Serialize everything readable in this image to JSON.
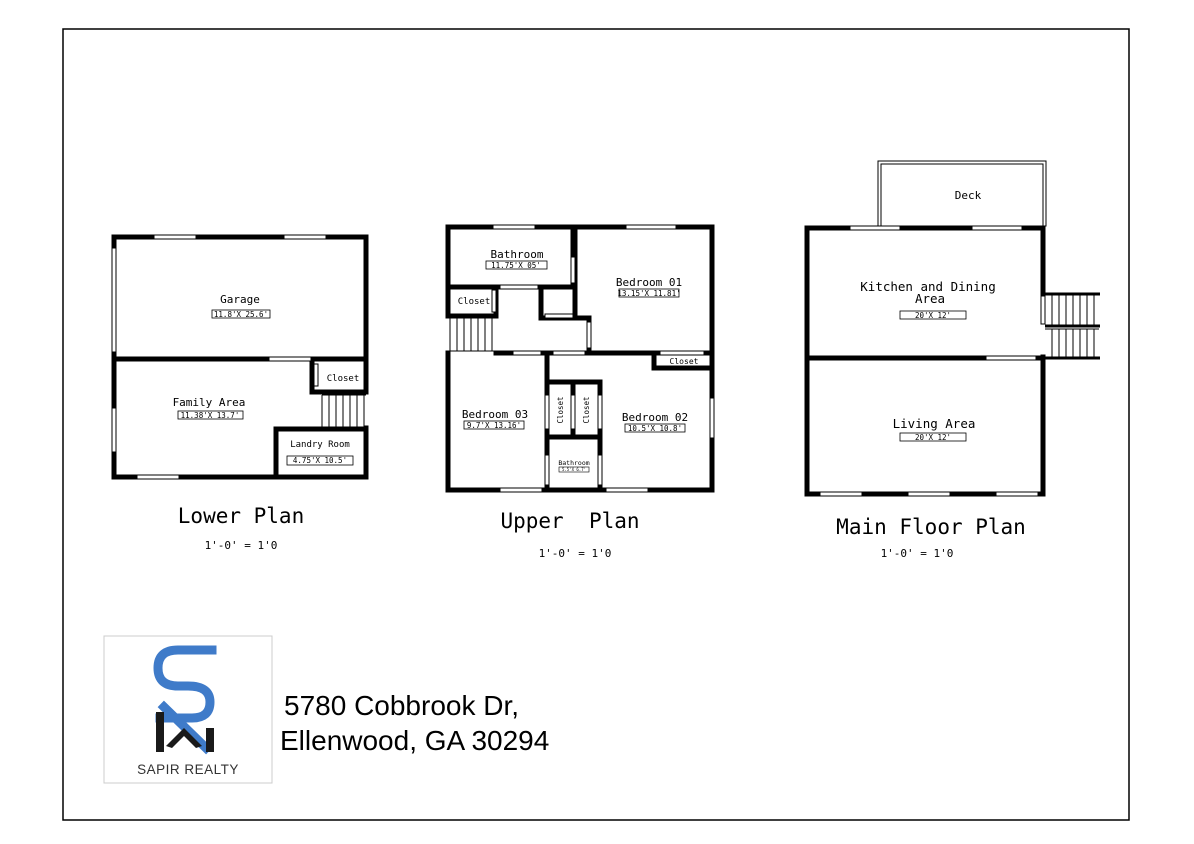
{
  "lower": {
    "title": "Lower Plan",
    "scale": "1'-0' = 1'0",
    "garage": {
      "name": "Garage",
      "dim": "11.8'X 25.6'"
    },
    "family": {
      "name": "Family Area",
      "dim": "11.38'X 13.7'"
    },
    "closet": {
      "name": "Closet"
    },
    "laundry": {
      "name": "Landry Room",
      "dim": "4.75'X 10.5'"
    }
  },
  "upper": {
    "title": "Upper  Plan",
    "scale": "1'-0' = 1'0",
    "bathroom": {
      "name": "Bathroom",
      "dim": "11.75'X 05'"
    },
    "bedroom01": {
      "name": "Bedroom 01",
      "dim": "13.15'X 11.81'"
    },
    "closet_left": {
      "name": "Closet"
    },
    "closet_right": {
      "name": "Closet"
    },
    "bedroom03": {
      "name": "Bedroom 03",
      "dim": "9.7'X 13.16'"
    },
    "closet_v1": {
      "name": "Closet"
    },
    "closet_v2": {
      "name": "Closet"
    },
    "bedroom02": {
      "name": "Bedroom 02",
      "dim": "10.5'X 10.8'"
    },
    "bathroom_small": {
      "name": "Bathroom",
      "dim": "5.5'X 6.7'"
    }
  },
  "main": {
    "title": "Main Floor Plan",
    "scale": "1'-0' = 1'0",
    "deck": {
      "name": "Deck"
    },
    "kitchen": {
      "name_line1": "Kitchen and Dining",
      "name_line2": "Area",
      "dim": "20'X 12'"
    },
    "living": {
      "name": "Living Area",
      "dim": "20'X 12'"
    }
  },
  "address": {
    "line1": "5780 Cobbrook Dr,",
    "line2": "Ellenwood, GA 30294"
  },
  "brand": {
    "name": "SAPIR REALTY",
    "color": "#3F7BC9"
  }
}
